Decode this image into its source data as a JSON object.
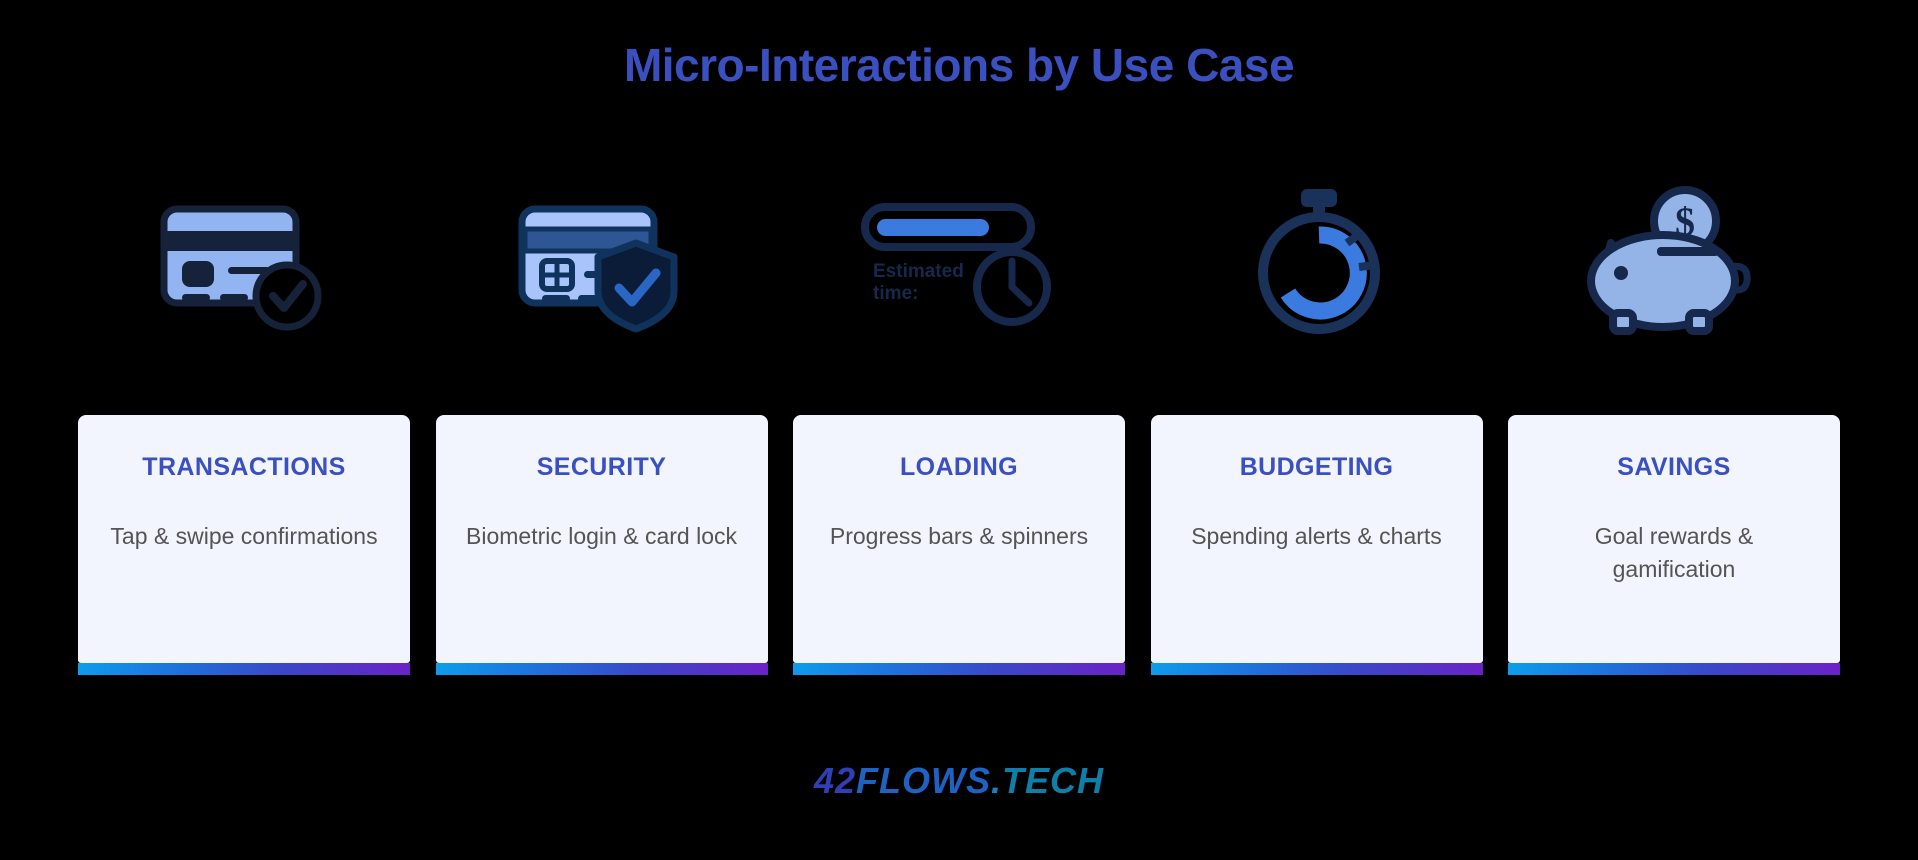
{
  "page": {
    "title": "Micro-Interactions by Use Case",
    "background_color": "#000000",
    "title_color": "#3B50C0"
  },
  "theme": {
    "card_background": "#F2F5FD",
    "card_title_color": "#3B50C0",
    "card_text_color": "#545454",
    "icon_fill_light": "#92B4F0",
    "icon_outline_dark": "#16213A",
    "icon_accent_blue": "#3B7BE0",
    "bar_gradient_start": "#0E9CEC",
    "bar_gradient_end": "#6A22C6"
  },
  "cards": [
    {
      "id": "transactions",
      "title": "TRANSACTIONS",
      "description": "Tap & swipe confirmations",
      "icon_name": "credit-card-check-icon"
    },
    {
      "id": "security",
      "title": "SECURITY",
      "description": "Biometric login & card lock",
      "icon_name": "card-shield-check-icon"
    },
    {
      "id": "loading",
      "title": "LOADING",
      "description": "Progress bars & spinners",
      "icon_name": "progress-bar-clock-icon",
      "icon_label": "Estimated time:",
      "progress_percent": 72
    },
    {
      "id": "budgeting",
      "title": "BUDGETING",
      "description": "Spending alerts & charts",
      "icon_name": "stopwatch-timer-icon"
    },
    {
      "id": "savings",
      "title": "SAVINGS",
      "description": "Goal rewards & gamification",
      "icon_name": "piggy-bank-coin-icon"
    }
  ],
  "footer": {
    "logo_part_1": "42",
    "logo_part_2": "FLOWS",
    "logo_part_3": ".",
    "logo_part_4": "TECH"
  }
}
